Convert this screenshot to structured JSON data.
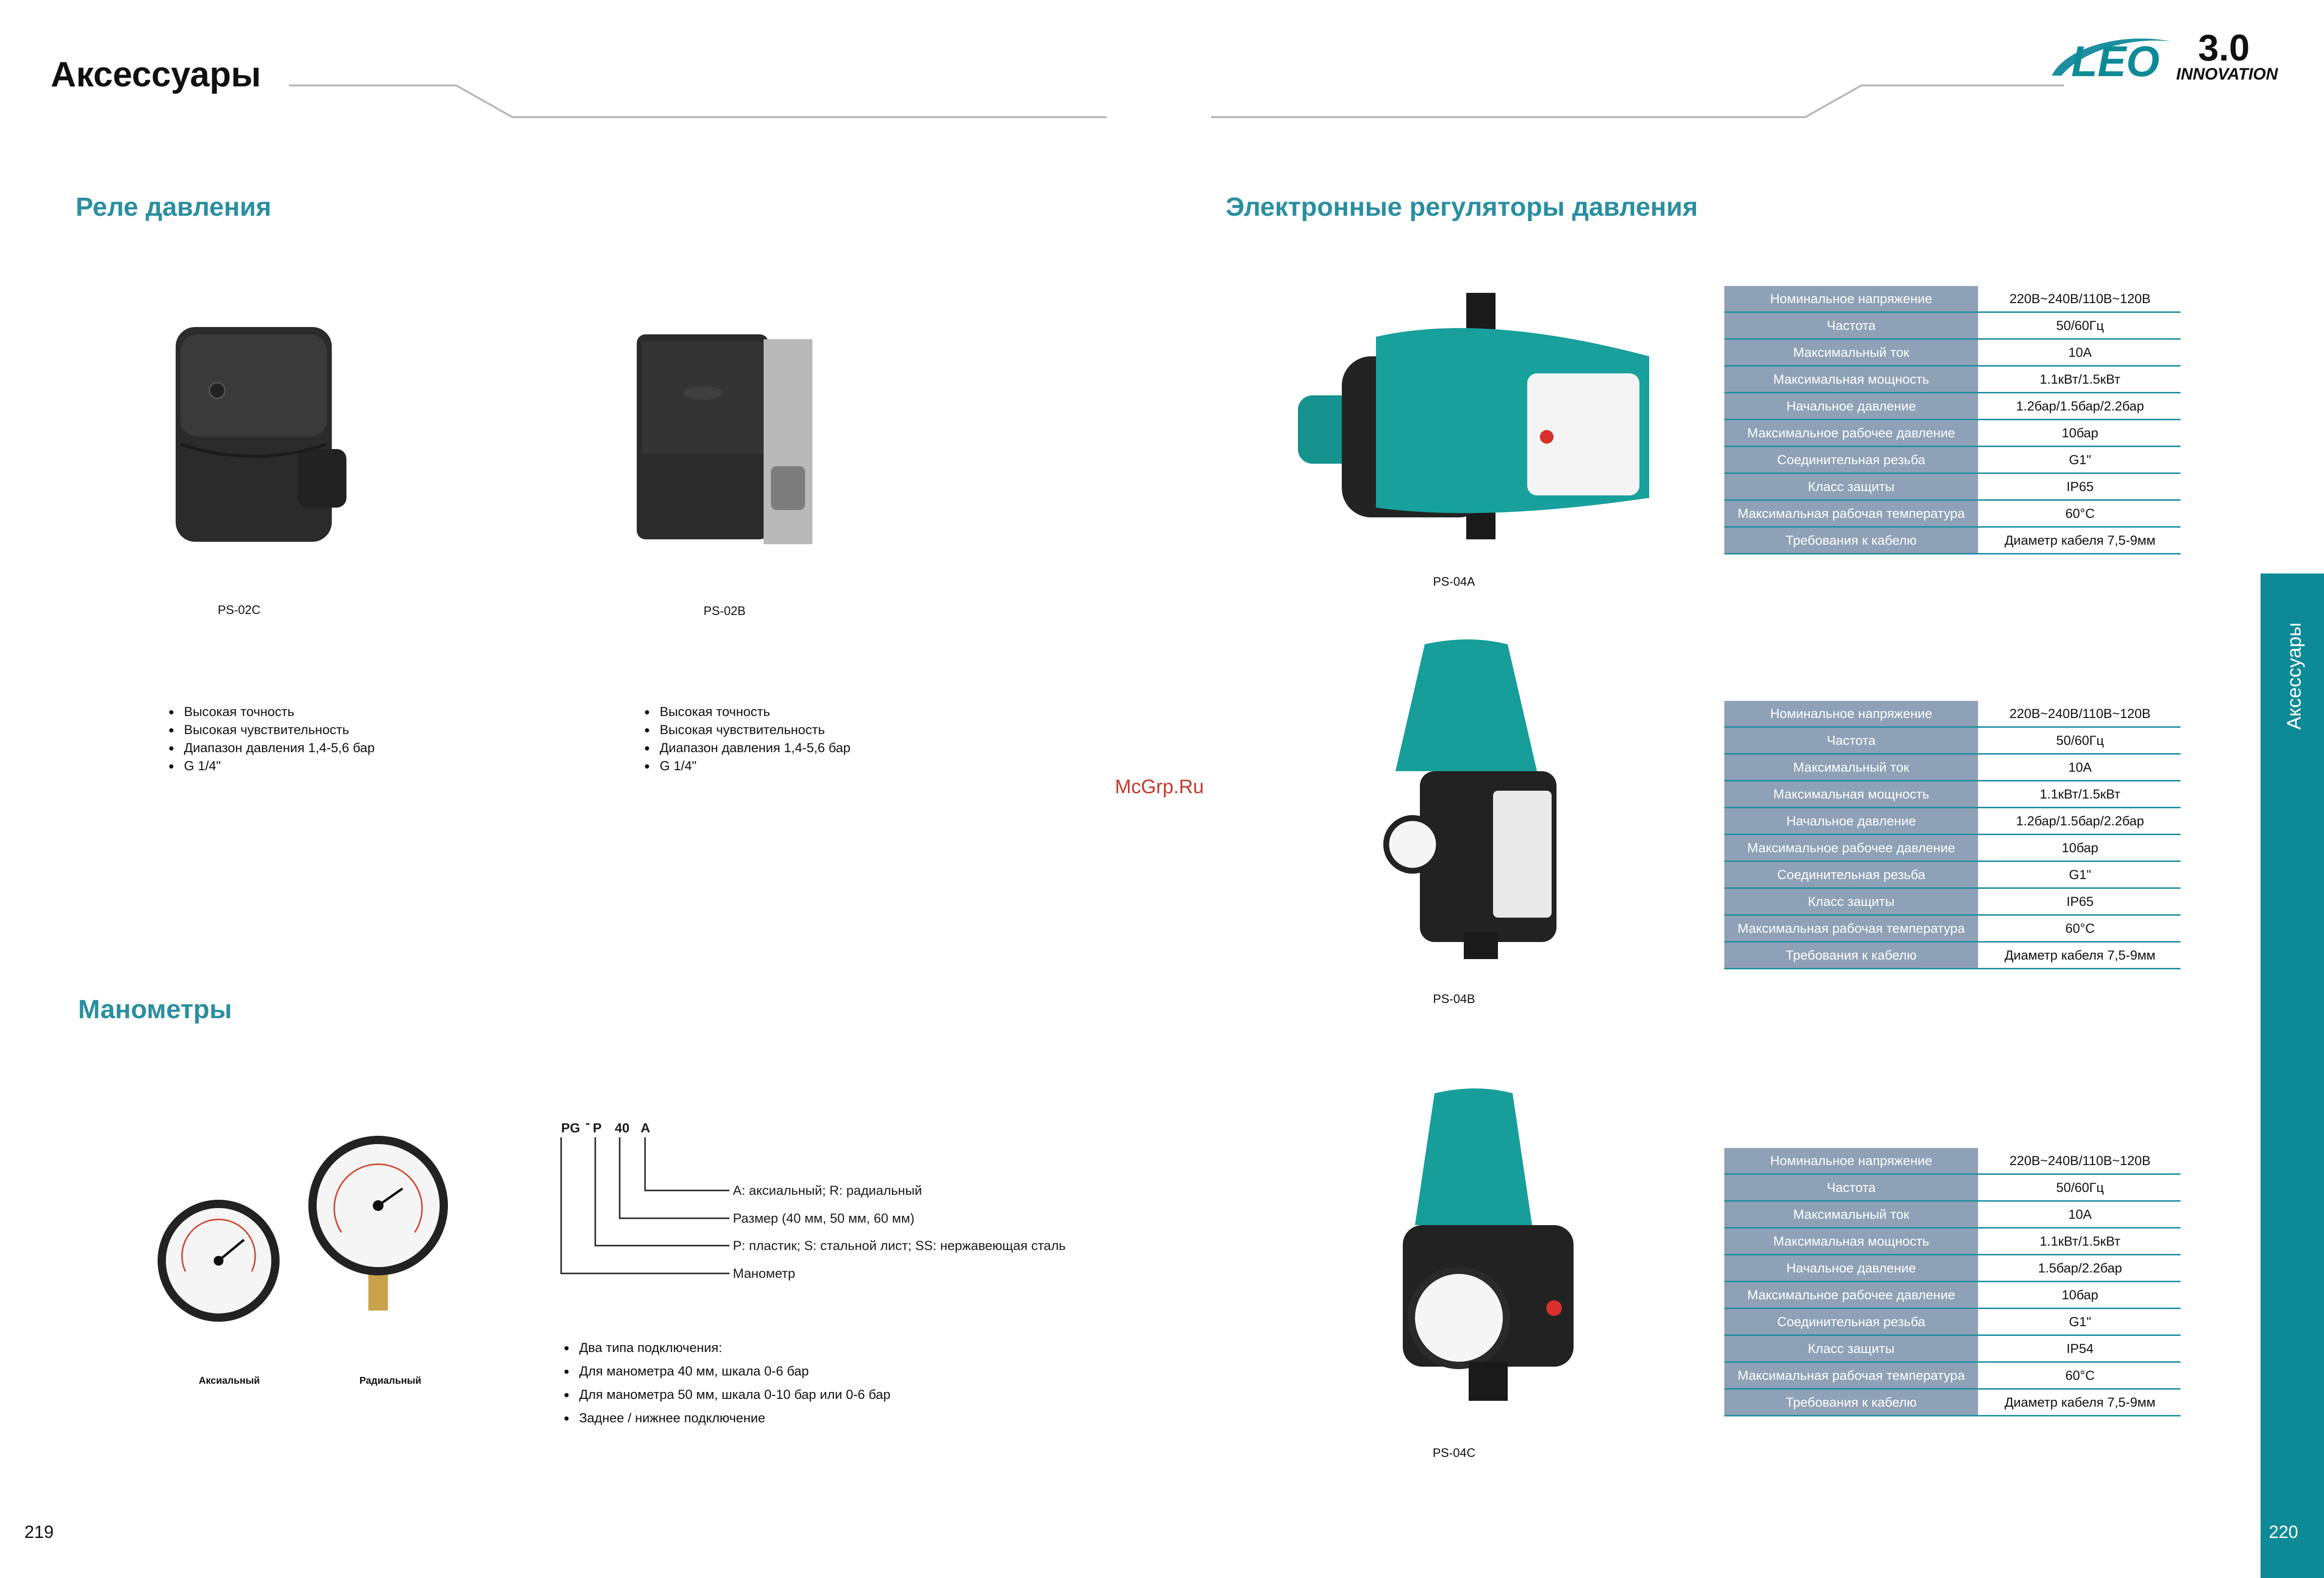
{
  "header": {
    "title": "Аксессуары",
    "logo_text": "LEO",
    "logo_version": "3.0",
    "logo_tagline": "INNOVATION"
  },
  "pressure_switches": {
    "heading": "Реле давления",
    "products": [
      {
        "model": "PS-02C",
        "features": [
          "Высокая точность",
          "Высокая чувствительность",
          "Диапазон давления 1,4-5,6 бар",
          "G 1/4\""
        ]
      },
      {
        "model": "PS-02B",
        "features": [
          "Высокая точность",
          "Высокая чувствительность",
          "Диапазон давления 1,4-5,6 бар",
          "G 1/4\""
        ]
      }
    ]
  },
  "gauges": {
    "heading": "Манометры",
    "axial_label": "Аксиальный",
    "radial_label": "Радиальный",
    "code": {
      "p1": "PG",
      "p2": "P",
      "p3": "40",
      "p4": "A"
    },
    "code_explain": [
      "A: аксиальный; R: радиальный",
      "Размер (40 мм, 50 мм, 60 мм)",
      "P: пластик; S: стальной лист; SS: нержавеющая сталь",
      "Манометр"
    ],
    "notes": [
      "Два типа подключения:",
      "Для манометра 40 мм, шкала 0-6 бар",
      "Для манометра 50 мм, шкала 0-10 бар или 0-6 бар",
      "Заднее / нижнее подключение"
    ]
  },
  "controllers": {
    "heading": "Электронные регуляторы давления",
    "products": [
      {
        "model": "PS-04A",
        "specs": [
          [
            "Номинальное напряжение",
            "220В~240В/110В~120В"
          ],
          [
            "Частота",
            "50/60Гц"
          ],
          [
            "Максимальный ток",
            "10А"
          ],
          [
            "Максимальная мощность",
            "1.1кВт/1.5кВт"
          ],
          [
            "Начальное давление",
            "1.2бар/1.5бар/2.2бар"
          ],
          [
            "Максимальное рабочее давление",
            "10бар"
          ],
          [
            "Соединительная резьба",
            "G1\""
          ],
          [
            "Класс защиты",
            "IP65"
          ],
          [
            "Максимальная рабочая температура",
            "60°C"
          ],
          [
            "Требования к кабелю",
            "Диаметр кабеля 7,5-9мм"
          ]
        ]
      },
      {
        "model": "PS-04B",
        "specs": [
          [
            "Номинальное напряжение",
            "220В~240В/110В~120В"
          ],
          [
            "Частота",
            "50/60Гц"
          ],
          [
            "Максимальный ток",
            "10А"
          ],
          [
            "Максимальная мощность",
            "1.1кВт/1.5кВт"
          ],
          [
            "Начальное давление",
            "1.2бар/1.5бар/2.2бар"
          ],
          [
            "Максимальное рабочее давление",
            "10бар"
          ],
          [
            "Соединительная резьба",
            "G1\""
          ],
          [
            "Класс защиты",
            "IP65"
          ],
          [
            "Максимальная рабочая температура",
            "60°C"
          ],
          [
            "Требования к кабелю",
            "Диаметр кабеля 7,5-9мм"
          ]
        ]
      },
      {
        "model": "PS-04C",
        "specs": [
          [
            "Номинальное напряжение",
            "220В~240В/110В~120В"
          ],
          [
            "Частота",
            "50/60Гц"
          ],
          [
            "Максимальный ток",
            "10А"
          ],
          [
            "Максимальная мощность",
            "1.1кВт/1.5кВт"
          ],
          [
            "Начальное давление",
            "1.5бар/2.2бар"
          ],
          [
            "Максимальное рабочее давление",
            "10бар"
          ],
          [
            "Соединительная резьба",
            "G1\""
          ],
          [
            "Класс защиты",
            "IP54"
          ],
          [
            "Максимальная рабочая температура",
            "60°C"
          ],
          [
            "Требования к кабелю",
            "Диаметр кабеля 7,5-9мм"
          ]
        ]
      }
    ]
  },
  "watermark": "McGrp.Ru",
  "sidebar_label": "Аксессуары",
  "page_left": "219",
  "page_right": "220"
}
